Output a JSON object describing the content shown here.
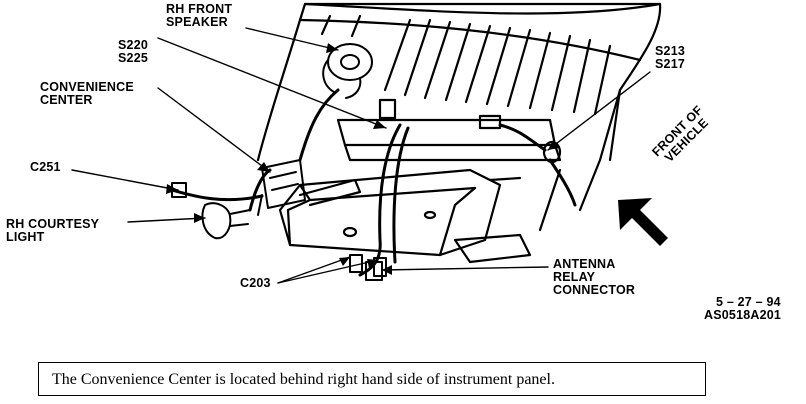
{
  "labels": {
    "rh_front_speaker": [
      "RH FRONT",
      "SPEAKER"
    ],
    "s220_s225": [
      "S220",
      "S225"
    ],
    "convenience_center": [
      "CONVENIENCE",
      "CENTER"
    ],
    "c251": "C251",
    "rh_courtesy_light": [
      "RH COURTESY",
      "LIGHT"
    ],
    "c203": "C203",
    "antenna_relay_connector": [
      "ANTENNA",
      "RELAY",
      "CONNECTOR"
    ],
    "s213_s217": [
      "S213",
      "S217"
    ],
    "front_of_vehicle": [
      "FRONT OF",
      "VEHICLE"
    ],
    "date_code": "5 – 27 – 94",
    "figure_id": "AS0518A201"
  },
  "caption": "The Convenience Center is located behind right hand side of instrument panel."
}
